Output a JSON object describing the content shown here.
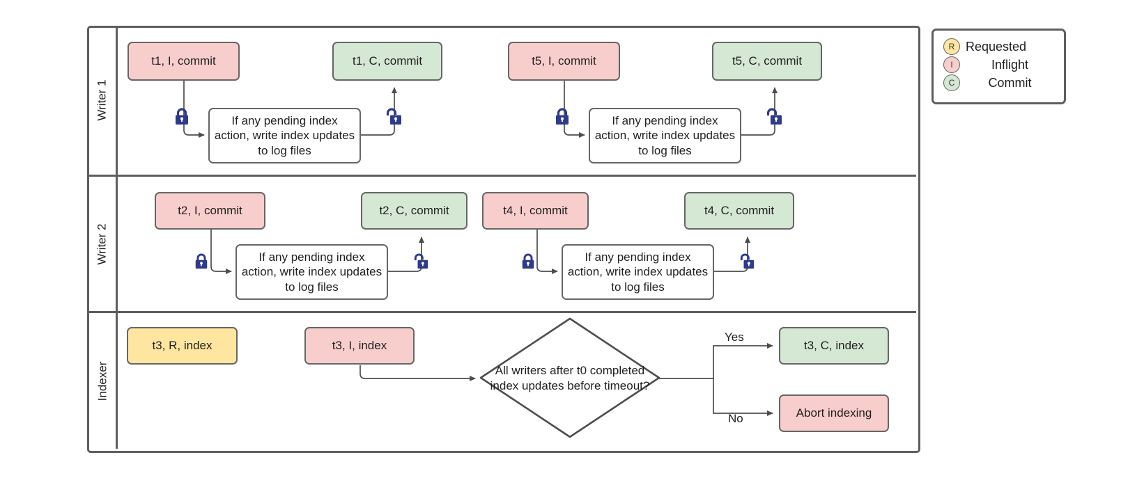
{
  "diagram": {
    "title": "Writer/Indexer concurrency swimlane flowchart",
    "colors": {
      "inflight": "#f8cecc",
      "commit": "#d5e8d4",
      "requested": "#ffe6a0",
      "lock": "#2e3a8c",
      "border": "#666666",
      "pool_border": "#5e5e5e"
    },
    "lanes": [
      {
        "label": "Writer 1"
      },
      {
        "label": "Writer 2"
      },
      {
        "label": "Indexer"
      }
    ],
    "writer1": {
      "t1_inflight": "t1, I, commit",
      "t1_commit": "t1, C, commit",
      "t1_process": "If any pending index action, write index updates to log files",
      "t5_inflight": "t5, I, commit",
      "t5_commit": "t5, C, commit",
      "t5_process": "If any pending index action, write index updates to log files"
    },
    "writer2": {
      "t2_inflight": "t2, I, commit",
      "t2_commit": "t2, C, commit",
      "t2_process": "If any pending index action, write index updates to log files",
      "t4_inflight": "t4, I, commit",
      "t4_commit": "t4, C, commit",
      "t4_process": "If any pending index action, write index updates to log files"
    },
    "indexer": {
      "t3_requested": "t3, R, index",
      "t3_inflight": "t3, I, index",
      "decision": "All writers after t0 completed index updates before timeout?",
      "yes_label": "Yes",
      "no_label": "No",
      "t3_commit": "t3, C, index",
      "abort": "Abort indexing"
    },
    "legend": [
      {
        "badge": "R",
        "label": "Requested",
        "color": "#ffe6a0"
      },
      {
        "badge": "I",
        "label": "Inflight",
        "color": "#f8cecc"
      },
      {
        "badge": "C",
        "label": "Commit",
        "color": "#d5e8d4"
      }
    ],
    "icons": {
      "lock_closed": "lock-closed-icon",
      "lock_open": "lock-open-icon"
    }
  }
}
